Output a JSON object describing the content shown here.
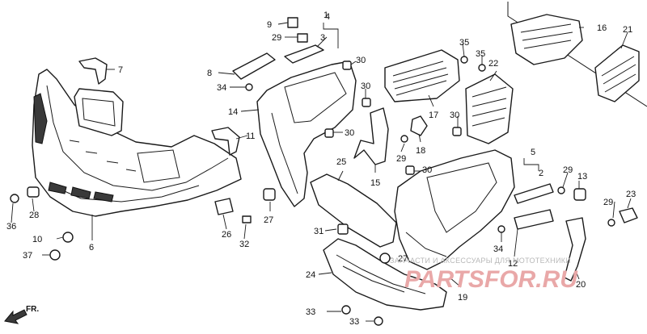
{
  "diagram": {
    "part_labels": [
      "1",
      "2",
      "3",
      "4",
      "5",
      "6",
      "7",
      "8",
      "9",
      "10",
      "11",
      "12",
      "13",
      "14",
      "15",
      "16",
      "17",
      "18",
      "19",
      "20",
      "21",
      "22",
      "23",
      "24",
      "25",
      "26",
      "27",
      "27",
      "28",
      "29",
      "29",
      "29",
      "29",
      "30",
      "30",
      "30",
      "30",
      "30",
      "31",
      "32",
      "33",
      "33",
      "34",
      "34",
      "35",
      "35",
      "36",
      "37"
    ],
    "direction_label": "FR.",
    "watermark_line": "ЗАПЧАСТИ И АКСЕССУАРЫ ДЛЯ МОТОТЕХНИКИ",
    "watermark_logo": "PARTSFOR.RU"
  },
  "colors": {
    "line": "#1a1a1a",
    "watermark_gray": "#b8b8b8",
    "watermark_red": "#e9a8a8"
  }
}
